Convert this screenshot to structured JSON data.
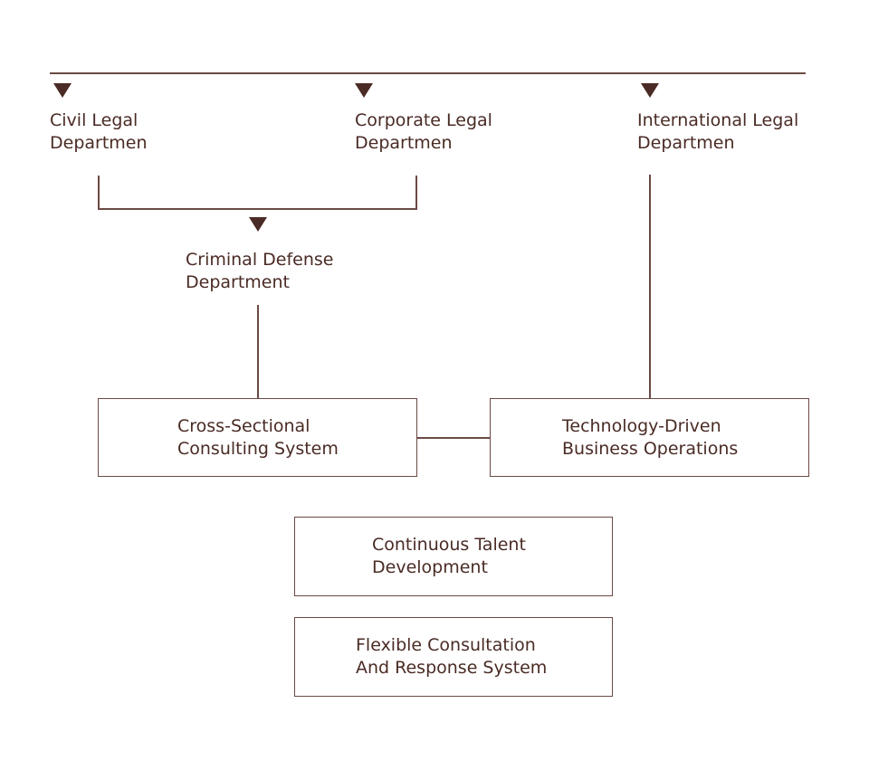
{
  "departments": {
    "civil": {
      "line1": "Civil Legal",
      "line2": "Departmen"
    },
    "corporate": {
      "line1": "Corporate Legal",
      "line2": "Departmen"
    },
    "international": {
      "line1": "International Legal",
      "line2": "Departmen"
    },
    "criminal": {
      "line1": "Criminal Defense",
      "line2": "Department"
    }
  },
  "boxes": {
    "cross_sectional": {
      "line1": "Cross-Sectional",
      "line2": "Consulting System"
    },
    "technology": {
      "line1": "Technology-Driven",
      "line2": "Business Operations"
    },
    "talent": {
      "line1": "Continuous Talent",
      "line2": "Development"
    },
    "flexible": {
      "line1": "Flexible Consultation",
      "line2": "And Response System"
    }
  },
  "colors": {
    "ink": "#4a2b25",
    "line": "#6b4a44",
    "background": "#ffffff"
  }
}
